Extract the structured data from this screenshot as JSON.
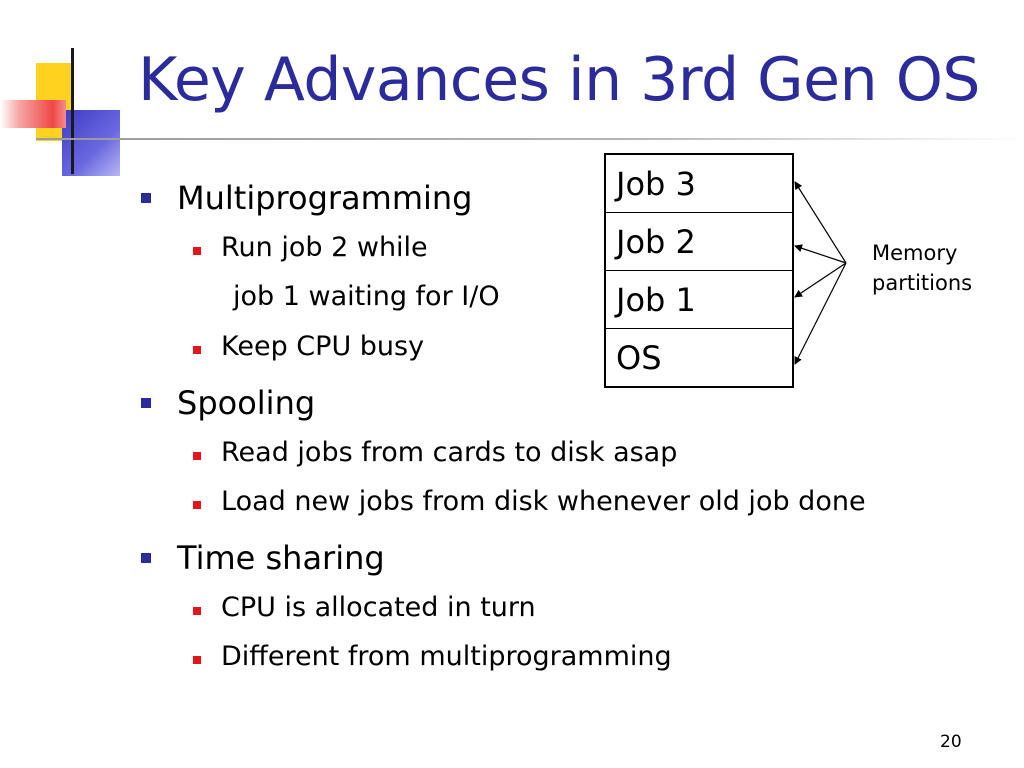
{
  "slide": {
    "title": "Key Advances in 3rd Gen OS",
    "bullets": [
      {
        "text": "Multiprogramming",
        "sub": [
          "Run job 2 while",
          "job 1 waiting for I/O",
          "Keep CPU busy"
        ]
      },
      {
        "text": "Spooling",
        "sub": [
          "Read jobs from cards to disk asap",
          "Load new jobs from disk whenever old job done"
        ]
      },
      {
        "text": "Time sharing",
        "sub": [
          "CPU is allocated in turn",
          "Different from multiprogramming"
        ]
      }
    ],
    "memory_table": [
      "Job 3",
      "Job 2",
      "Job 1",
      "OS"
    ],
    "memory_label": [
      "Memory",
      "partitions"
    ],
    "page_number": "20"
  },
  "colors": {
    "title": "#2b2b9c",
    "level1_bullet": "#2b2b9c",
    "level2_bullet": "#e3161b",
    "deco_yellow": "#ffd21f",
    "deco_blue": "#4a47cf",
    "deco_red": "#f25a5a"
  }
}
